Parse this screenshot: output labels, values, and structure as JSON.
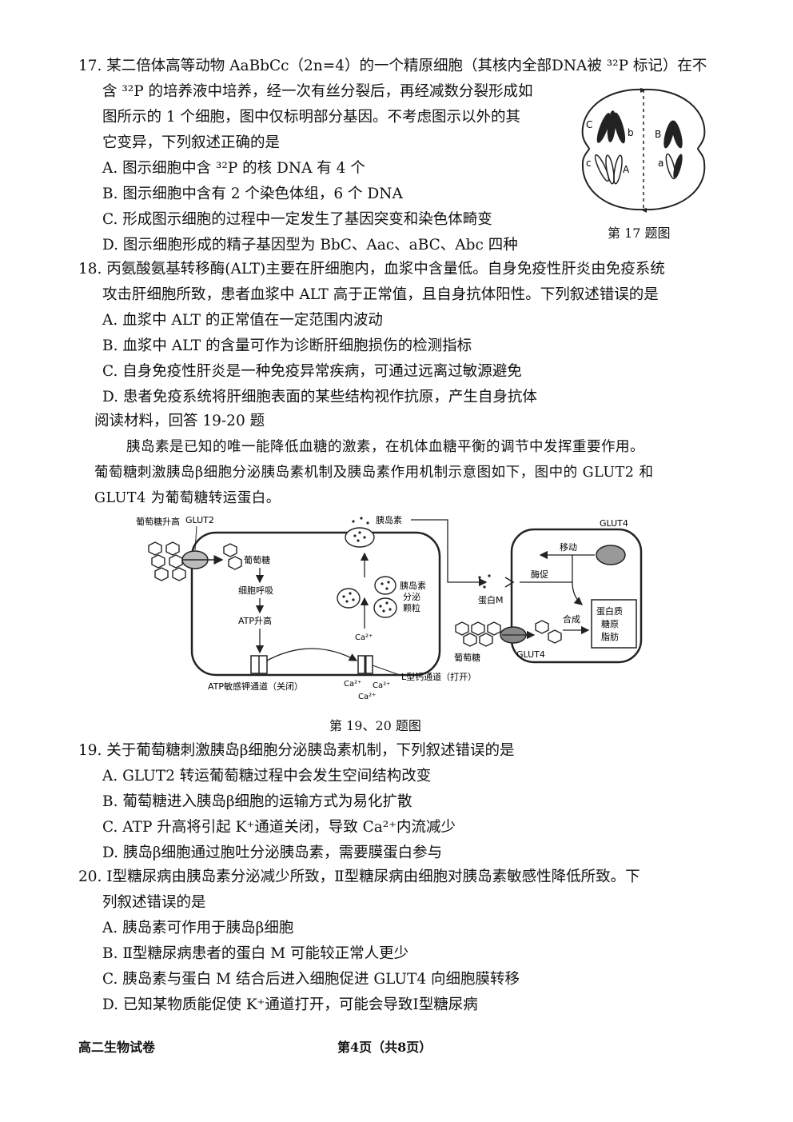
{
  "q17": {
    "line1": "17. 某二倍体高等动物 AaBbCc（2n=4）的一个精原细胞（其核内全部DNA被 ³²P 标记）在不",
    "line2": "含 ³²P 的培养液中培养，经一次有丝分裂后，再经减数分裂形成如",
    "line3": "图所示的 1 个细胞，图中仅标明部分基因。不考虑图示以外的其",
    "line4": "它变异，下列叙述正确的是",
    "optA": "A. 图示细胞中含 ³²P 的核 DNA 有 4 个",
    "optB": "B. 图示细胞中含有 2 个染色体组，6 个 DNA",
    "optC": "C. 形成图示细胞的过程中一定发生了基因突变和染色体畸变",
    "optD": "D. 图示细胞形成的精子基因型为 BbC、Aac、aBC、Abc 四种",
    "caption": "第 17 题图",
    "genes": {
      "c": "c",
      "b": "b",
      "B": "B",
      "C": "C",
      "A": "A",
      "a": "a"
    }
  },
  "q18": {
    "line1": "18. 丙氨酸氨基转移酶(ALT)主要在肝细胞内，血浆中含量低。自身免疫性肝炎由免疫系统",
    "line2": "攻击肝细胞所致，患者血浆中 ALT 高于正常值，且自身抗体阳性。下列叙述错误的是",
    "optA": "A. 血浆中 ALT 的正常值在一定范围内波动",
    "optB": "B. 血浆中 ALT 的含量可作为诊断肝细胞损伤的检测指标",
    "optC": "C. 自身免疫性肝炎是一种免疫异常疾病，可通过远离过敏源避免",
    "optD": "D. 患者免疫系统将肝细胞表面的某些结构视作抗原，产生自身抗体"
  },
  "reading": {
    "heading": "阅读材料，回答 19-20 题",
    "p1": "胰岛素是已知的唯一能降低血糖的激素，在机体血糖平衡的调节中发挥重要作用。",
    "p2": "葡萄糖刺激胰岛β细胞分泌胰岛素机制及胰岛素作用机制示意图如下，图中的 GLUT2 和",
    "p3": "GLUT4 为葡萄糖转运蛋白。"
  },
  "diagram": {
    "glucose_high": "葡萄糖升高",
    "glut2": "GLUT2",
    "glucose": "葡萄糖",
    "respiration": "细胞呼吸",
    "atp_high": "ATP升高",
    "insulin": "胰岛素",
    "granule1": "胰岛素",
    "granule2": "分泌",
    "granule3": "颗粒",
    "ca": "Ca²⁺",
    "k_channel": "ATP敏感钾通道（关闭）",
    "ca_channel": "L型钙通道（打开）",
    "protein_m": "蛋白M",
    "glut4_top": "GLUT4",
    "move": "移动",
    "promote": "酶促",
    "synth": "合成",
    "prod1": "蛋白质",
    "prod2": "糖原",
    "prod3": "脂肪",
    "glucose2": "葡萄糖",
    "glut4_bottom": "GLUT4",
    "caption": "第 19、20 题图"
  },
  "q19": {
    "line1": "19. 关于葡萄糖刺激胰岛β细胞分泌胰岛素机制，下列叙述错误的是",
    "optA": "A. GLUT2 转运葡萄糖过程中会发生空间结构改变",
    "optB": "B. 葡萄糖进入胰岛β细胞的运输方式为易化扩散",
    "optC": "C. ATP 升高将引起 K⁺通道关闭，导致 Ca²⁺内流减少",
    "optD": "D. 胰岛β细胞通过胞吐分泌胰岛素，需要膜蛋白参与"
  },
  "q20": {
    "line1": "20. Ⅰ型糖尿病由胰岛素分泌减少所致，Ⅱ型糖尿病由细胞对胰岛素敏感性降低所致。下",
    "line2": "列叙述错误的是",
    "optA": "A. 胰岛素可作用于胰岛β细胞",
    "optB": "B. Ⅱ型糖尿病患者的蛋白 M 可能较正常人更少",
    "optC": "C. 胰岛素与蛋白 M 结合后进入细胞促进 GLUT4 向细胞膜转移",
    "optD": "D. 已知某物质能促使 K⁺通道打开，可能会导致Ⅰ型糖尿病"
  },
  "footer": {
    "left": "高二生物试卷",
    "center": "第4页（共8页）"
  }
}
